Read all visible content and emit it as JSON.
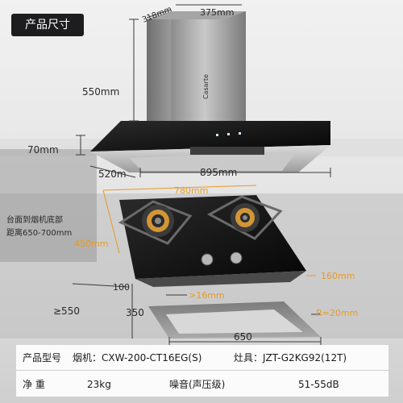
{
  "title": "产品尺寸",
  "brand": "Casarte",
  "hood": {
    "depth": "318mm",
    "top_width": "375mm",
    "height": "550mm",
    "panel": "70mm",
    "front_depth": "520m",
    "width": "895mm"
  },
  "hob": {
    "width": "780mm",
    "depth": "450mm",
    "install_note_line1": "台面到烟机底部",
    "install_note_line2": "距离650-700mm",
    "thickness": "160mm",
    "edge": "100",
    "margin": ">16mm",
    "min_space": "≥550",
    "cutout_depth": "350",
    "radius": "R=20mm",
    "cutout_width": "650"
  },
  "specs": {
    "model_label": "产品型号",
    "hood_model": "烟机：CXW-200-CT16EG(S)",
    "hob_model": "灶具：JZT-G2KG92(12T)",
    "weight_label": "净    重",
    "weight_value": "23kg",
    "noise_label": "噪音(声压级)",
    "noise_value": "51-55dB"
  },
  "colors": {
    "badge": "#1d1d1f",
    "accent": "#e89a26",
    "dim_line": "#3a3a3a"
  }
}
